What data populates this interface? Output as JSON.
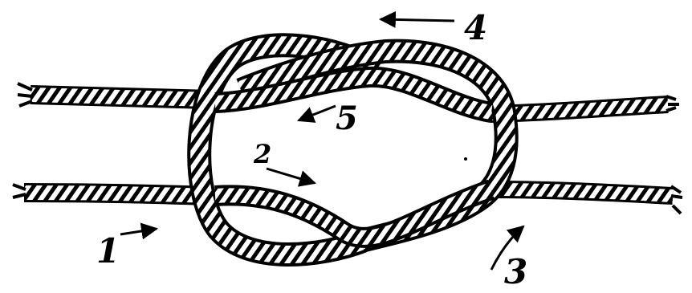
{
  "figure": {
    "labels": [
      "1",
      "2",
      "3",
      "4",
      "5"
    ],
    "ink_color": "#000000",
    "paper_color": "#ffffff"
  }
}
